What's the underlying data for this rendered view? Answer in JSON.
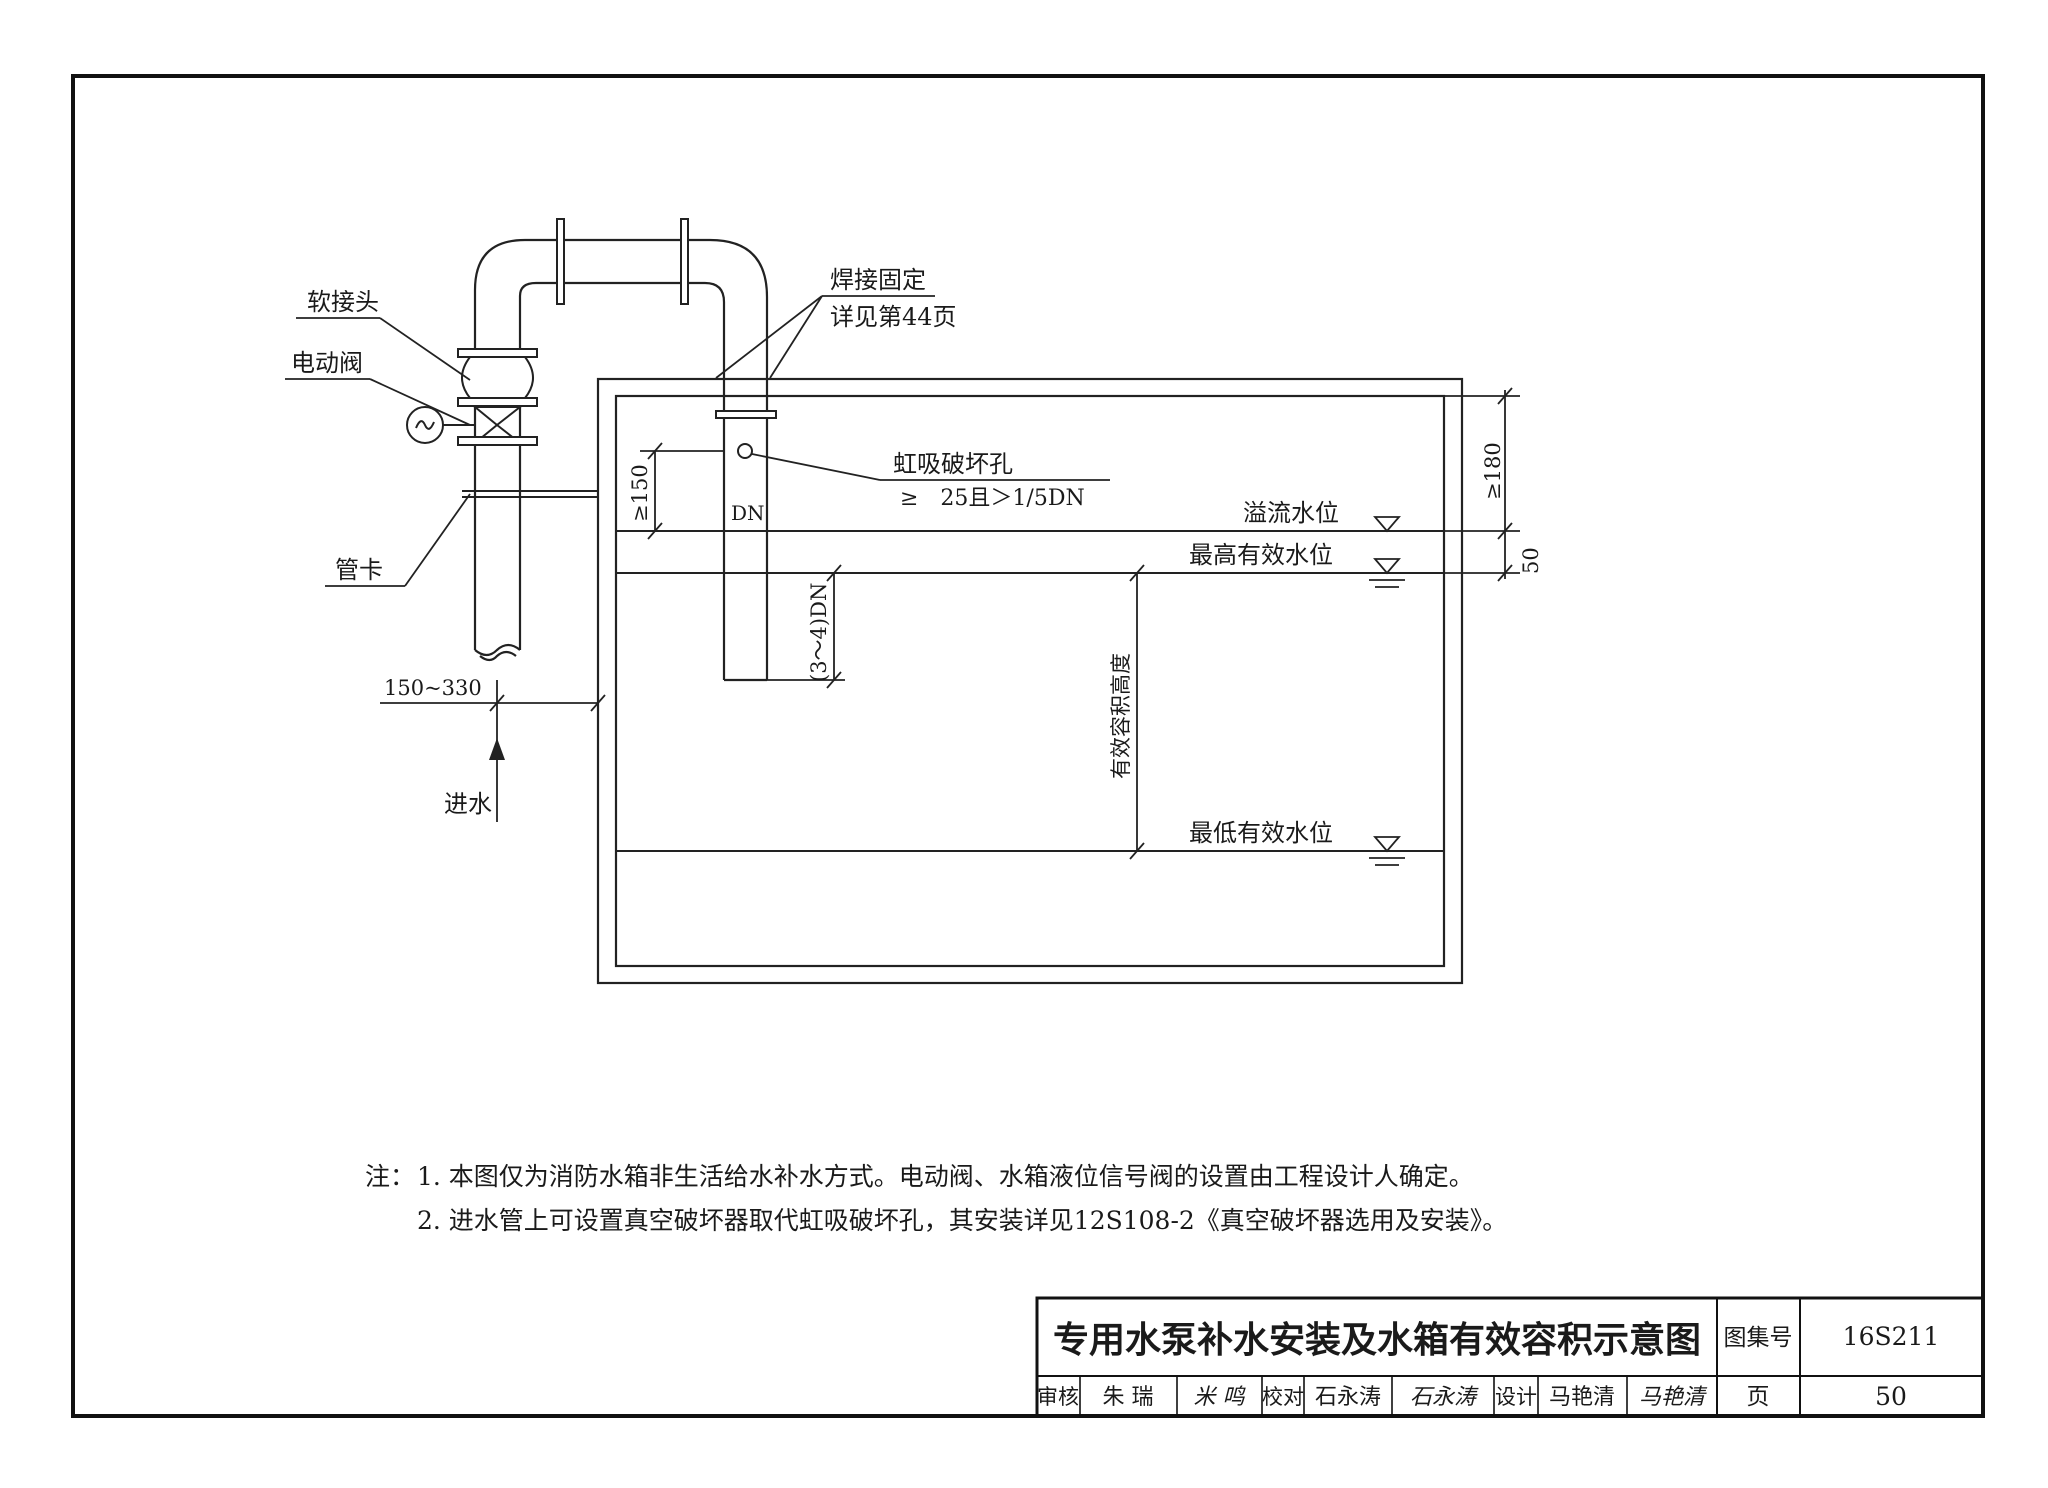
{
  "labels": {
    "soft_joint": "软接头",
    "electric_valve": "电动阀",
    "pipe_clamp": "管卡",
    "weld_fix": "焊接固定",
    "weld_ref": "详见第44页",
    "siphon_hole": "虹吸破坏孔",
    "siphon_spec": "≥　25且＞1/5DN",
    "dn": "DN",
    "dim_150": "≥150",
    "dim_3_4dn": "(3～4)DN",
    "dim_180": "≥180",
    "dim_50": "50",
    "dim_150_330": "150~330",
    "inlet": "进水",
    "overflow_level": "溢流水位",
    "max_level": "最高有效水位",
    "min_level": "最低有效水位",
    "effective_height": "有效容积高度"
  },
  "notes": {
    "prefix": "注：",
    "items": [
      "1. 本图仅为消防水箱非生活给水补水方式。电动阀、水箱液位信号阀的设置由工程设计人确定。",
      "2. 进水管上可设置真空破坏器取代虹吸破坏孔，其安装详见12S108-2《真空破坏器选用及安装》。"
    ]
  },
  "title_block": {
    "title": "专用水泵补水安装及水箱有效容积示意图",
    "atlas_label": "图集号",
    "atlas_no": "16S211",
    "page_label": "页",
    "page_no": "50",
    "review_label": "审核",
    "reviewer": "朱 瑞",
    "reviewer_sign": "米 鸣",
    "check_label": "校对",
    "checker": "石永涛",
    "checker_sign": "石永涛",
    "design_label": "设计",
    "designer": "马艳清",
    "designer_sign": "马艳清"
  }
}
